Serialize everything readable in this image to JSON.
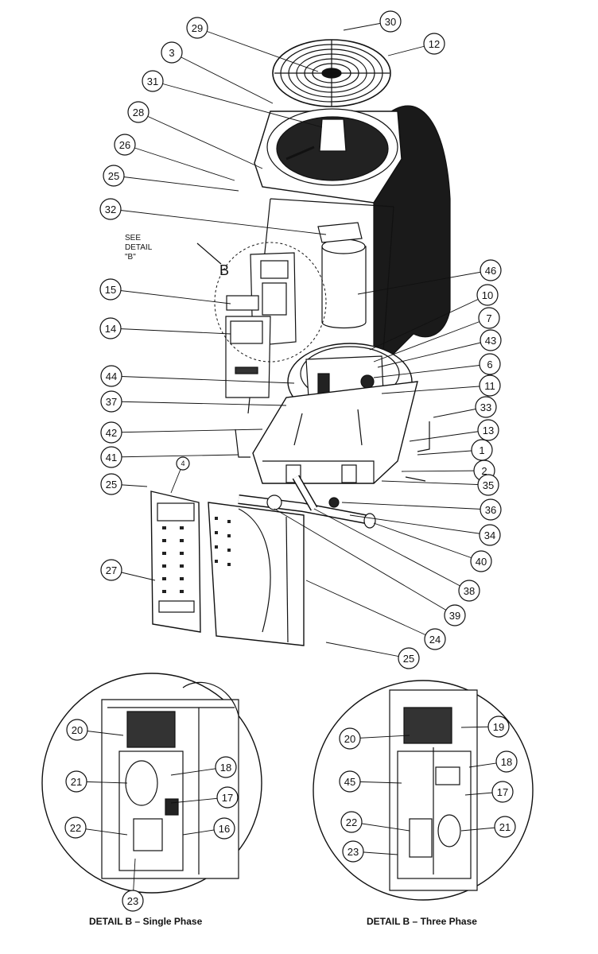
{
  "callouts": [
    {
      "n": "30"
    },
    {
      "n": "29"
    },
    {
      "n": "12"
    },
    {
      "n": "3"
    },
    {
      "n": "31"
    },
    {
      "n": "28"
    },
    {
      "n": "26"
    },
    {
      "n": "25"
    },
    {
      "n": "32"
    },
    {
      "n": "46"
    },
    {
      "n": "15"
    },
    {
      "n": "10"
    },
    {
      "n": "14"
    },
    {
      "n": "7"
    },
    {
      "n": "43"
    },
    {
      "n": "6"
    },
    {
      "n": "44"
    },
    {
      "n": "11"
    },
    {
      "n": "37"
    },
    {
      "n": "33"
    },
    {
      "n": "42"
    },
    {
      "n": "13"
    },
    {
      "n": "41"
    },
    {
      "n": "1"
    },
    {
      "n": "2"
    },
    {
      "n": "25"
    },
    {
      "n": "4"
    },
    {
      "n": "35"
    },
    {
      "n": "36"
    },
    {
      "n": "34"
    },
    {
      "n": "27"
    },
    {
      "n": "40"
    },
    {
      "n": "38"
    },
    {
      "n": "39"
    },
    {
      "n": "24"
    },
    {
      "n": "25"
    },
    {
      "n": "20"
    },
    {
      "n": "21"
    },
    {
      "n": "18"
    },
    {
      "n": "17"
    },
    {
      "n": "22"
    },
    {
      "n": "16"
    },
    {
      "n": "23"
    },
    {
      "n": "20"
    },
    {
      "n": "19"
    },
    {
      "n": "45"
    },
    {
      "n": "18"
    },
    {
      "n": "17"
    },
    {
      "n": "22"
    },
    {
      "n": "21"
    },
    {
      "n": "23"
    }
  ],
  "detail_marker": "B",
  "see_detail": {
    "line1": "SEE",
    "line2": "DETAIL",
    "line3": "\"B\""
  },
  "captions": {
    "single_phase": "DETAIL B – Single Phase",
    "three_phase": "DETAIL B – Three Phase"
  },
  "colors": {
    "ink": "#111111",
    "fin": "#1a1a1a",
    "paper": "#ffffff"
  }
}
